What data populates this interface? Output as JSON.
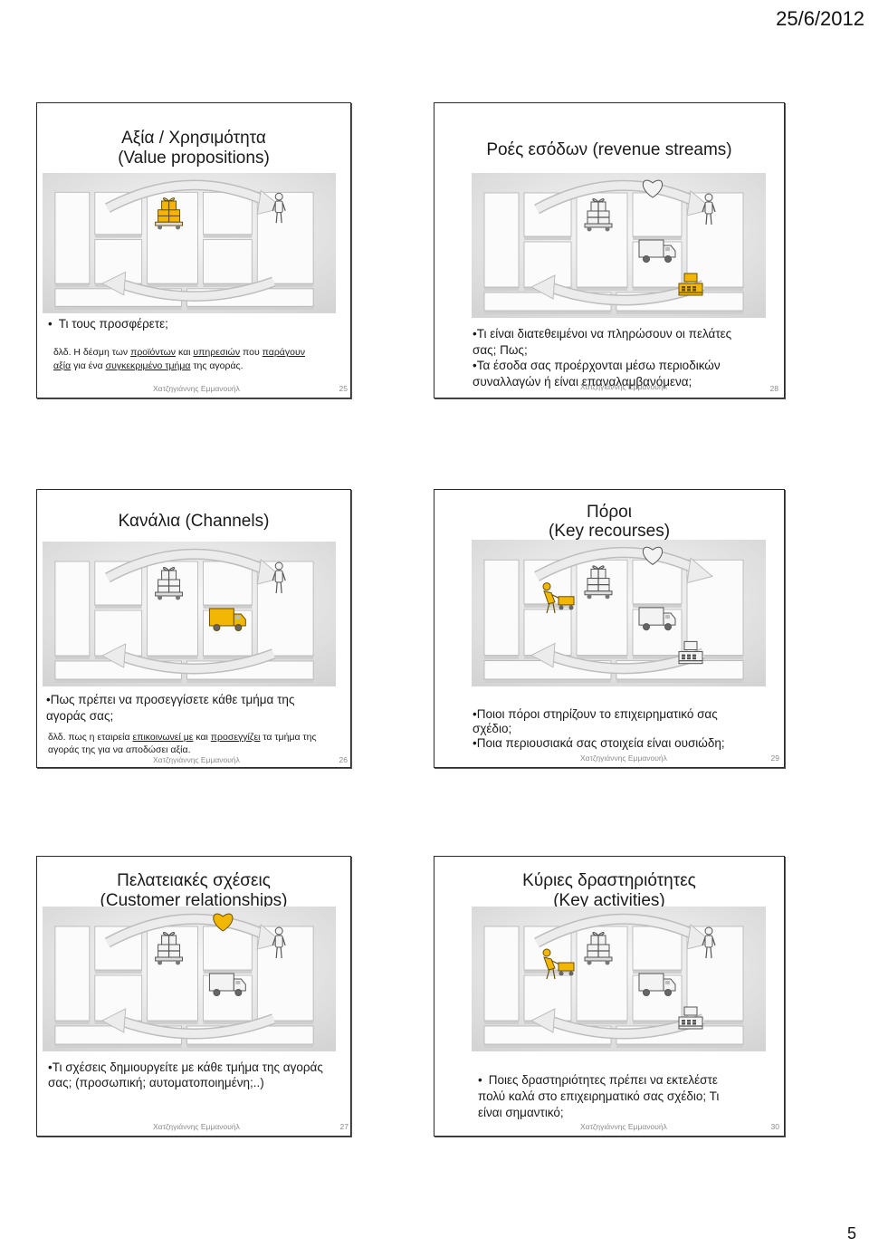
{
  "header": {
    "date": "25/6/2012"
  },
  "page_number": "5",
  "colors": {
    "highlight": "#f2b705",
    "highlight_outline": "#6b4f00",
    "icon_fill": "#f3f3f3",
    "icon_outline": "#555555"
  },
  "slides": [
    {
      "number": "25",
      "author": "Χατζηγιάννης Εμμανουήλ",
      "title": [
        "Αξία / Χρησιμότητα",
        "(Value propositions)"
      ],
      "bullets": [
        [
          "Τι τους προσφέρετε;"
        ]
      ],
      "note": [
        [
          "δλδ. Η δέσμη των ",
          "προϊόντων",
          " και ",
          "υπηρεσιών",
          " που ",
          "παράγουν"
        ],
        [
          "αξία",
          " για ένα ",
          "συγκεκριμένο τμήμα",
          " της αγοράς."
        ]
      ],
      "illustration": {
        "icons": [
          "gift-box-icon",
          "person-icon"
        ],
        "highlight": "gift-box-icon"
      }
    },
    {
      "number": "28",
      "author": "Χατζηγιάννης Εμμανουήλ",
      "title": [
        "Ροές εσόδων (revenue streams)"
      ],
      "bullets": [
        [
          "Τι είναι διατεθειμένοι να πληρώσουν οι πελάτες",
          "σας; Πως;"
        ],
        [
          "Τα έσοδα σας προέρχονται μέσω περιοδικών",
          "συναλλαγών ή είναι επαναλαμβανόμενα;"
        ]
      ],
      "illustration": {
        "icons": [
          "heart-icon",
          "gift-box-icon",
          "person-icon",
          "delivery-truck-icon",
          "cash-register-icon"
        ],
        "highlight": "cash-register-icon"
      }
    },
    {
      "number": "26",
      "author": "Χατζηγιάννης Εμμανουήλ",
      "title": [
        "Κανάλια (Channels)"
      ],
      "bullets": [
        [
          "Πως πρέπει να προσεγγίσετε κάθε τμήμα της",
          "αγοράς σας;"
        ]
      ],
      "note": [
        [
          "δλδ. πως η εταιρεία ",
          "επικοινωνεί με",
          " και ",
          "προσεγγίζει",
          " τα τμήμα της"
        ],
        [
          "αγοράς της για να αποδώσει αξία."
        ]
      ],
      "illustration": {
        "icons": [
          "gift-box-icon",
          "delivery-truck-icon",
          "person-icon"
        ],
        "highlight": "delivery-truck-icon"
      }
    },
    {
      "number": "29",
      "author": "Χατζηγιάννης Εμμανουήλ",
      "title": [
        "Πόροι",
        "(Key recourses)"
      ],
      "bullets": [
        [
          "Ποιοι πόροι στηρίζουν το επιχειρηματικό σας",
          "σχέδιο;"
        ],
        [
          "Ποια περιουσιακά σας στοιχεία είναι ουσιώδη;"
        ]
      ],
      "illustration": {
        "icons": [
          "heart-icon",
          "gift-box-icon",
          "worker-icon",
          "delivery-truck-icon",
          "cash-register-icon"
        ],
        "highlight": "worker-icon"
      }
    },
    {
      "number": "27",
      "author": "Χατζηγιάννης Εμμανουήλ",
      "title": [
        "Πελατειακές σχέσεις",
        "(Customer relationships)"
      ],
      "bullets": [
        [
          "Τι σχέσεις δημιουργείτε με κάθε τμήμα της αγοράς",
          "σας; (προσωπική; αυτοματοποιημένη;..)"
        ]
      ],
      "illustration": {
        "icons": [
          "heart-icon",
          "gift-box-icon",
          "delivery-truck-icon",
          "person-icon"
        ],
        "highlight": "heart-icon"
      }
    },
    {
      "number": "30",
      "author": "Χατζηγιάννης Εμμανουήλ",
      "title": [
        "Κύριες δραστηριότητες",
        "(Key activities)"
      ],
      "bullets": [
        [
          "Ποιες δραστηριότητες πρέπει να εκτελέστε",
          "πολύ καλά στο επιχειρηματικό σας σχέδιο; Τι",
          "είναι σημαντικό;"
        ]
      ],
      "illustration": {
        "icons": [
          "worker-icon",
          "person-icon",
          "gift-box-icon",
          "delivery-truck-icon",
          "cash-register-icon"
        ],
        "highlight": "worker-icon"
      }
    }
  ]
}
